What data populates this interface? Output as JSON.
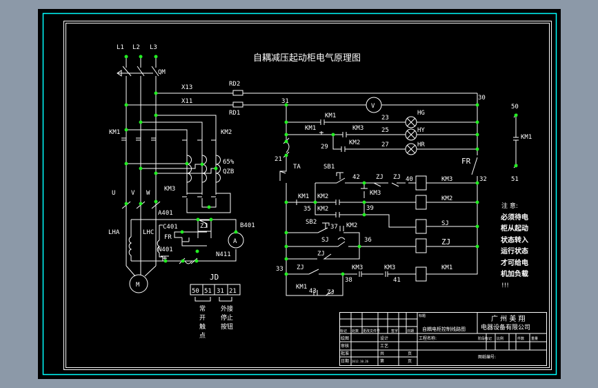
{
  "title": "自耦减压起动柜电气原理图",
  "power": {
    "phases": [
      "L1",
      "L2",
      "L3"
    ],
    "switch": "QM",
    "lines": [
      "X13",
      "X11"
    ],
    "fuses": [
      "RD2",
      "RD1"
    ],
    "contactors": [
      "KM1",
      "KM2",
      "KM3"
    ],
    "transformer": [
      "65%",
      "QZB"
    ],
    "outputs": [
      "U",
      "V",
      "W"
    ],
    "a401": "A401",
    "c401": "C401",
    "fr": "FR",
    "n401": "N401",
    "zj": "ZJ",
    "b401": "B401",
    "n411": "N411",
    "cts": [
      "LHA",
      "LHC"
    ],
    "ammeter": "A",
    "motor": "M"
  },
  "terminal": {
    "label": "JD",
    "cells": [
      "50",
      "51",
      "31",
      "21"
    ],
    "note_left": [
      "常",
      "开",
      "触",
      "点"
    ],
    "note_right": [
      "外接",
      "停止",
      "按钮"
    ]
  },
  "control": {
    "n31": "31",
    "n30": "30",
    "voltmeter": "V",
    "lamps": [
      {
        "contact": "KM1",
        "node": "23",
        "label": "HG"
      },
      {
        "contact": "KM3",
        "node": "25",
        "label": "HY"
      },
      {
        "contact": "KM2",
        "node": "27",
        "label": "HR"
      }
    ],
    "km1_nc": "KM1",
    "n29": "29",
    "n21": "21",
    "ta": "TA",
    "fr": "FR",
    "n32": "32",
    "sb1": "SB1",
    "n42": "42",
    "zj1": "ZJ",
    "zj2": "ZJ",
    "n40": "40",
    "km3_aux": "KM3",
    "km1_35": "KM1",
    "km2_a": "KM2",
    "km2_b": "KM2",
    "n35": "35",
    "n39": "39",
    "sb2": "SB2",
    "n37": "37",
    "km2_37": "KM2",
    "sj": "SJ",
    "n36": "36",
    "zj_nc": "ZJ",
    "n33": "33",
    "zj_33": "ZJ",
    "km3_38": "KM3",
    "km3_41": "KM3",
    "n38": "38",
    "n41": "41",
    "km1_43": "KM1",
    "n43": "43",
    "zj_43": "ZJ",
    "coils": [
      "KM3",
      "KM2",
      "SJ",
      "ZJ",
      "KM1"
    ]
  },
  "aux": {
    "top": "50",
    "bottom": "51",
    "label": "KM1"
  },
  "note": [
    "注 意:",
    "必须待电",
    "柜从起动",
    "状态转入",
    "运行状态",
    "才可给电",
    "机加负载",
    "!!!"
  ],
  "title_block": {
    "headers": [
      "标记",
      "处数",
      "更改文件号",
      "签字",
      "日期"
    ],
    "left_rows": [
      "绘图",
      "审核",
      "批准",
      "日期"
    ],
    "mid_rows": [
      "设计",
      "工艺",
      "共",
      "第"
    ],
    "page": "页",
    "date": "2012.10.26",
    "drawing_label": "标题",
    "drawing_name": "自耦电柜控制线路图",
    "project": "工程名称:",
    "company": [
      "广 州 美 翔",
      "电器设备有限公司"
    ],
    "cols": [
      "阶段标记",
      "比例",
      "件数",
      "重量"
    ],
    "drawing_no": "图纸编号:"
  },
  "colors": {
    "background": "#8c99a8",
    "canvas": "#000000",
    "border": "#00ffff",
    "lines": "#ffffff",
    "nodes": "#22ee22"
  }
}
